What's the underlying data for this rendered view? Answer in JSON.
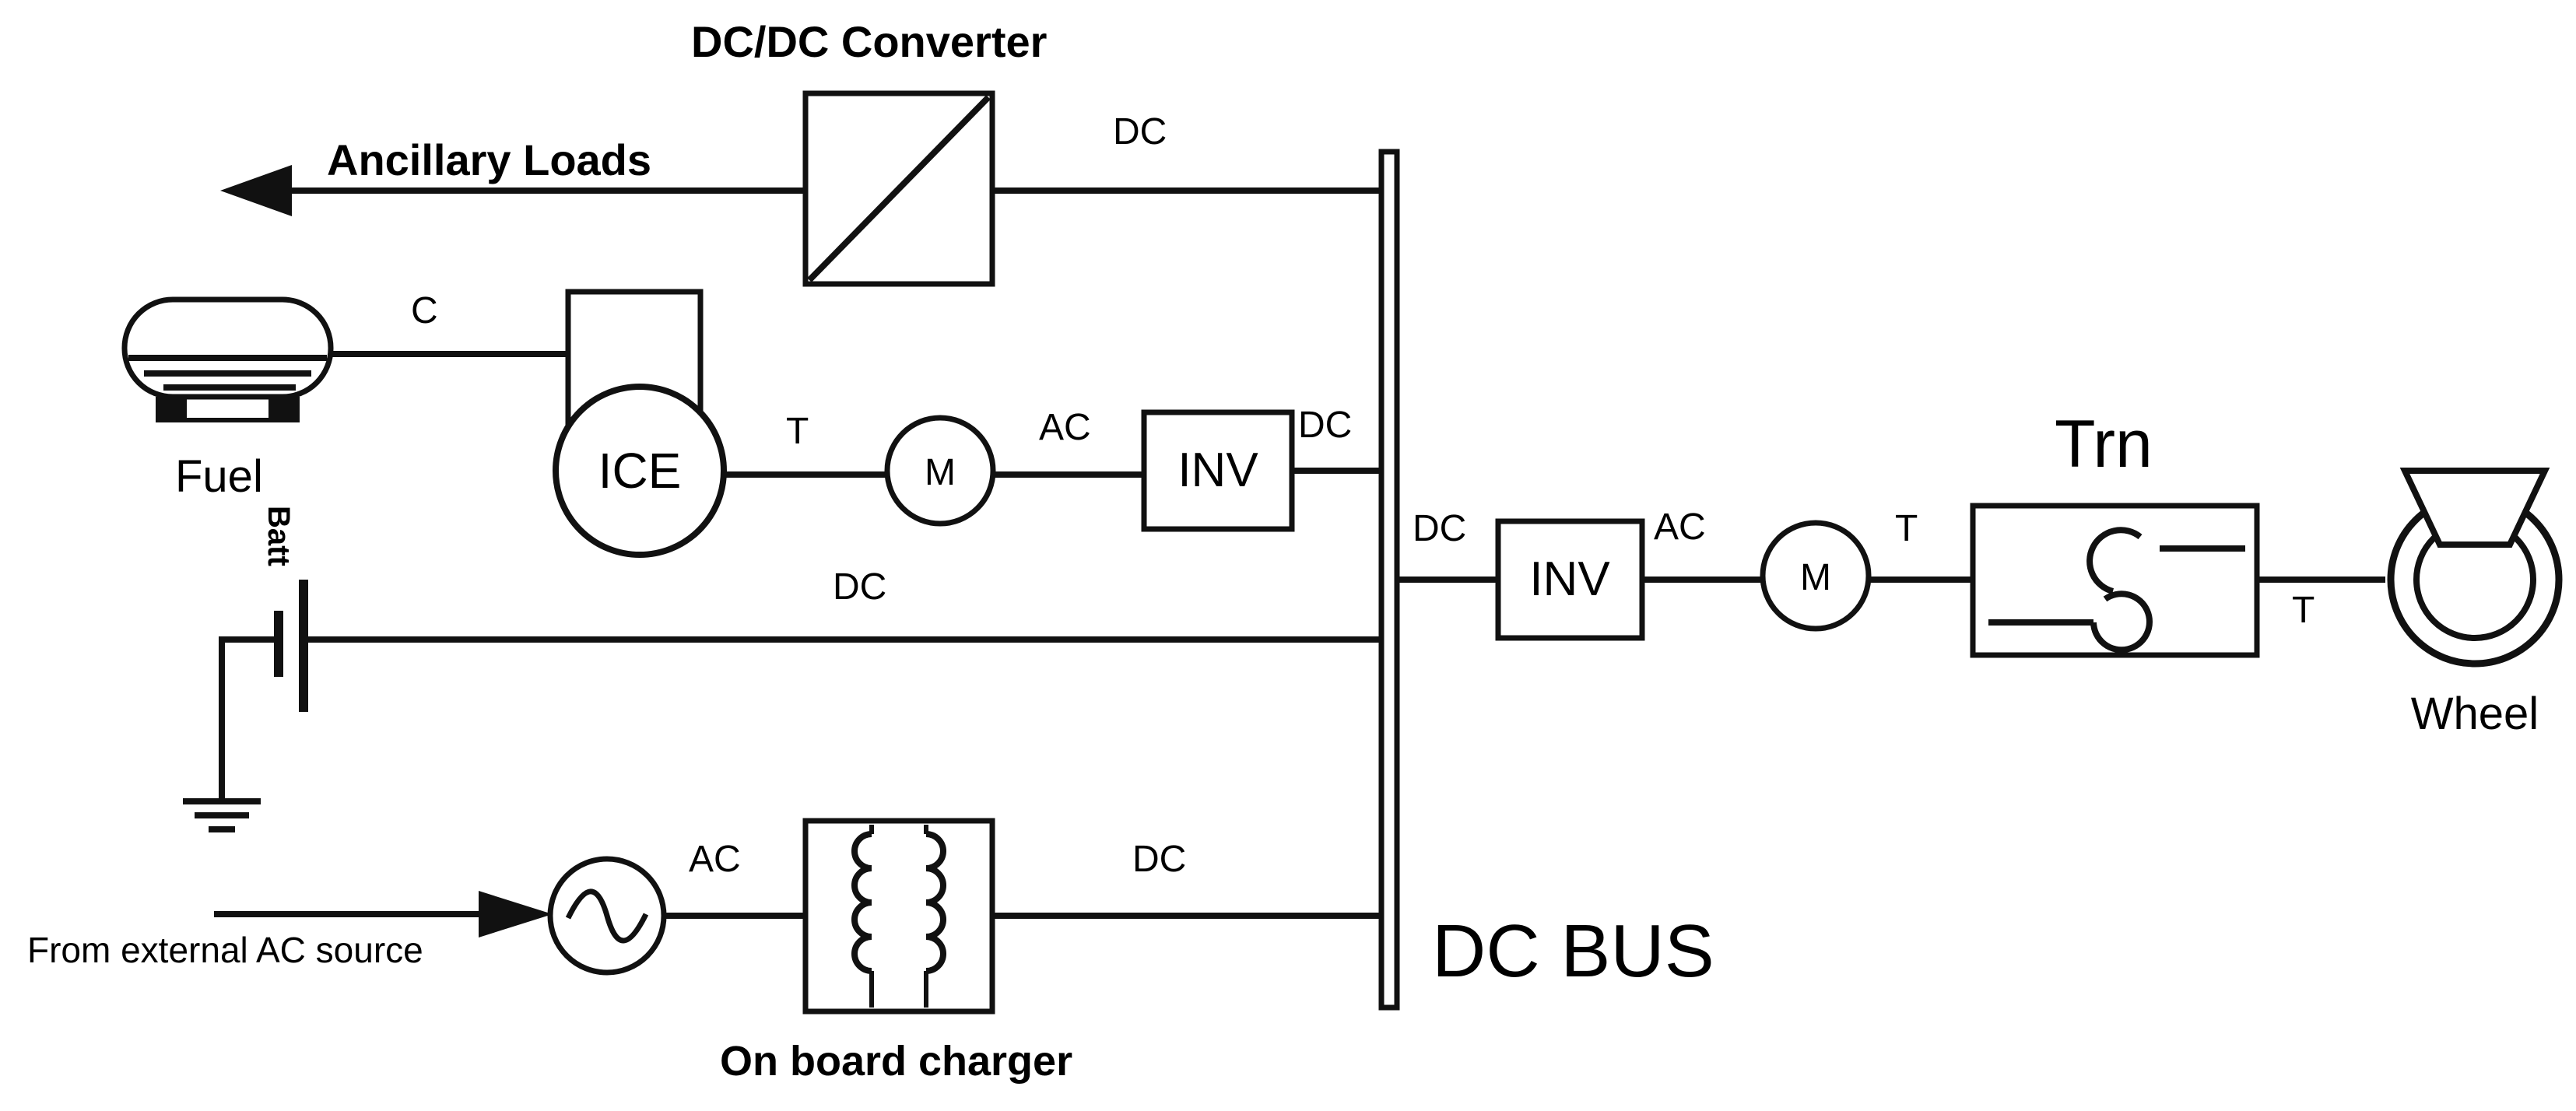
{
  "labels": {
    "dcdc_converter": "DC/DC Converter",
    "ancillary_loads": "Ancillary Loads",
    "dc_top": "DC",
    "c": "C",
    "fuel": "Fuel",
    "ice": "ICE",
    "t_ice": "T",
    "m_gen": "M",
    "ac_gen": "AC",
    "inv_gen": "INV",
    "dc_gen": "DC",
    "batt": "Batt",
    "dc_batt": "DC",
    "dc_bus_out": "DC",
    "inv_drive": "INV",
    "ac_drive": "AC",
    "m_drive": "M",
    "t_drive": "T",
    "trn": "Trn",
    "t_wheel": "T",
    "wheel": "Wheel",
    "ac_charger": "AC",
    "dc_charger": "DC",
    "external_source": "From external AC source",
    "on_board_charger": "On board charger",
    "dc_bus": "DC BUS"
  }
}
